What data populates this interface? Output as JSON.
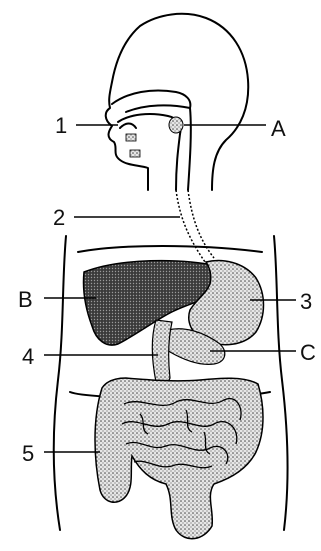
{
  "labels": {
    "n1": "1",
    "n2": "2",
    "n3": "3",
    "n4": "4",
    "n5": "5",
    "A": "A",
    "B": "B",
    "C": "C"
  },
  "colors": {
    "ink": "#111111",
    "organ_fill": "#555555",
    "stipple_fill": "#bdbdbd",
    "background": "#ffffff"
  }
}
